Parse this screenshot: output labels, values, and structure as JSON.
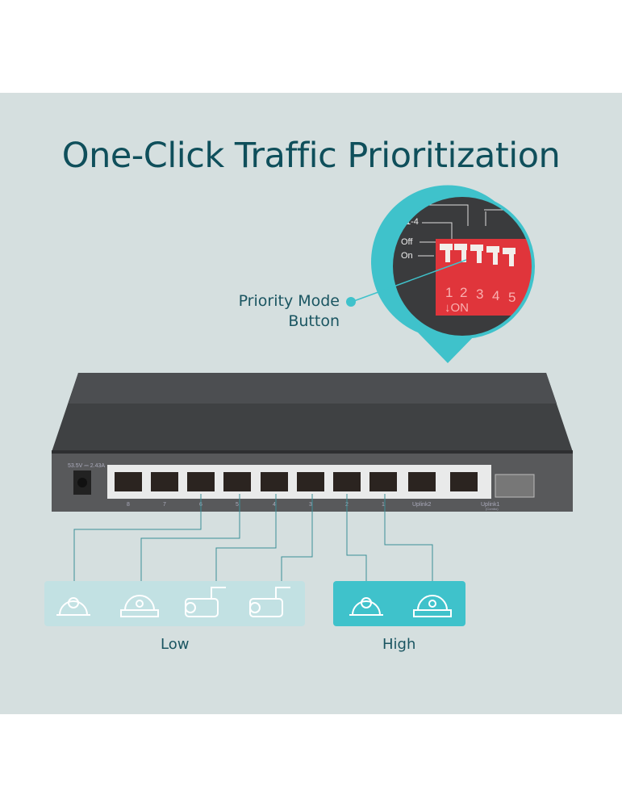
{
  "title": "One-Click Traffic Prioritization",
  "callout": {
    "line1": "Priority Mode",
    "line2": "Button"
  },
  "dip_switch": {
    "labels": [
      "1-4",
      "Off",
      "On"
    ],
    "numbers": [
      "1",
      "2",
      "3",
      "4",
      "5"
    ],
    "on_label": "↓ON"
  },
  "switch": {
    "power_label": "53.5V ⎓ 2.43A",
    "ports": [
      "8",
      "7",
      "6",
      "5",
      "4",
      "3",
      "2",
      "1",
      "Uplink2"
    ],
    "uplink1": "Uplink1",
    "uplink1_sub": "(Combo)"
  },
  "groups": {
    "low": "Low",
    "high": "High"
  },
  "colors": {
    "title": "#0f4f5b",
    "accent": "#3fc2cb",
    "low_bg": "#c2e1e3",
    "panel": "#d5dfdf"
  }
}
